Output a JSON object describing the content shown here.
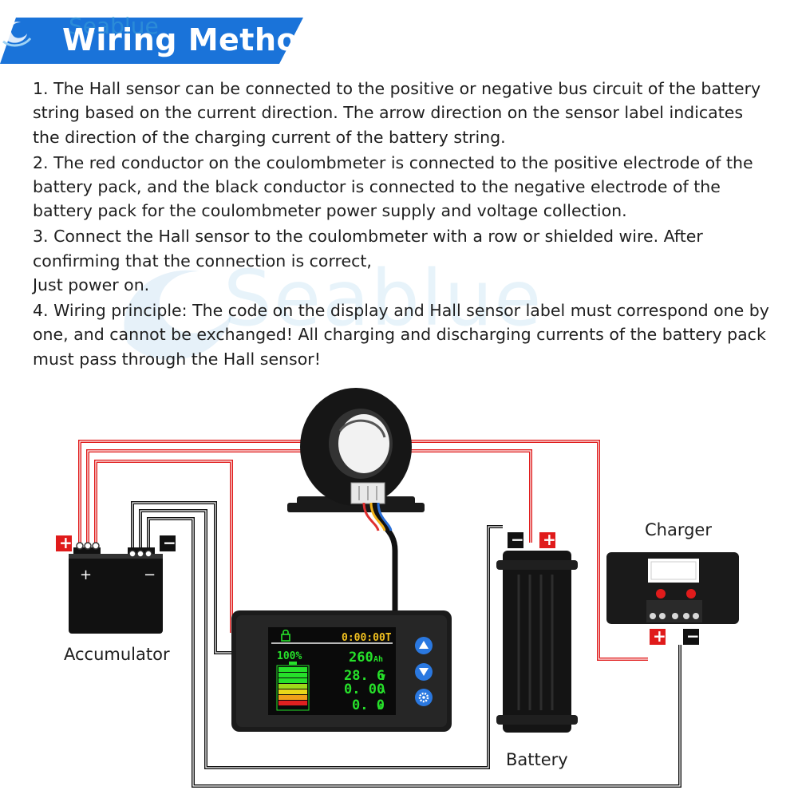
{
  "header": {
    "title": "Wiring Method",
    "logo_text": "Seablue",
    "banner_color": "#1a73d9"
  },
  "instructions": [
    "1. The Hall sensor can be connected to the positive or negative bus circuit of the battery string based on the current direction. The arrow direction on the sensor label indicates the direction of the charging current of the battery string.",
    "2. The red conductor on the coulombmeter is connected to the positive electrode of the battery pack, and the black conductor is connected to the negative electrode of the battery pack for the coulombmeter power supply and voltage collection.",
    "3. Connect the Hall sensor to the coulombmeter with a row or shielded wire. After confirming that the connection is correct,",
    "Just power on.",
    "4. Wiring principle: The code on the display and Hall sensor label must correspond one by one, and cannot be exchanged! All charging and discharging currents of the battery pack must pass through the Hall sensor!"
  ],
  "watermark_text": "Seablue",
  "diagram": {
    "accumulator_label": "Accumulator",
    "battery_label": "Battery",
    "charger_label": "Charger",
    "plus_sign": "+",
    "minus_sign": "−",
    "accumulator_plus": "+",
    "accumulator_minus": "−",
    "wire_colors": {
      "positive": "#e01b1b",
      "negative": "#111111"
    }
  },
  "meter": {
    "timer": "0:00:00T",
    "soc": "100%",
    "capacity": "260",
    "capacity_unit": "Ah",
    "voltage": "28. 6",
    "voltage_unit": "V",
    "current": "0. 00",
    "current_unit": "A",
    "power": "0. 0",
    "power_unit": "W",
    "lock_icon": "lock-icon",
    "buttons": [
      "up-arrow-icon",
      "down-arrow-icon",
      "gear-icon"
    ]
  }
}
